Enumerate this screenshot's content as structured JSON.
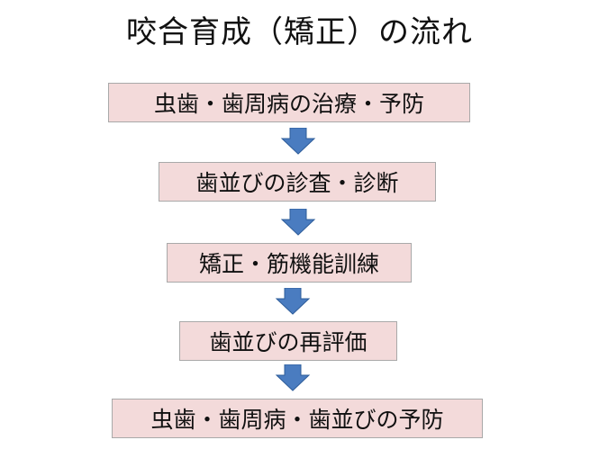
{
  "title": "咬合育成（矯正）の流れ",
  "steps": [
    {
      "label": "虫歯・歯周病の治療・予防"
    },
    {
      "label": "歯並びの診査・診断"
    },
    {
      "label": "矯正・筋機能訓練"
    },
    {
      "label": "歯並びの再評価"
    },
    {
      "label": "虫歯・歯周病・歯並びの予防"
    }
  ],
  "colors": {
    "box_fill": "#f3dada",
    "box_border": "#a9a9a9",
    "arrow_fill": "#4a7cc0",
    "arrow_stroke": "#2e5d9a"
  }
}
